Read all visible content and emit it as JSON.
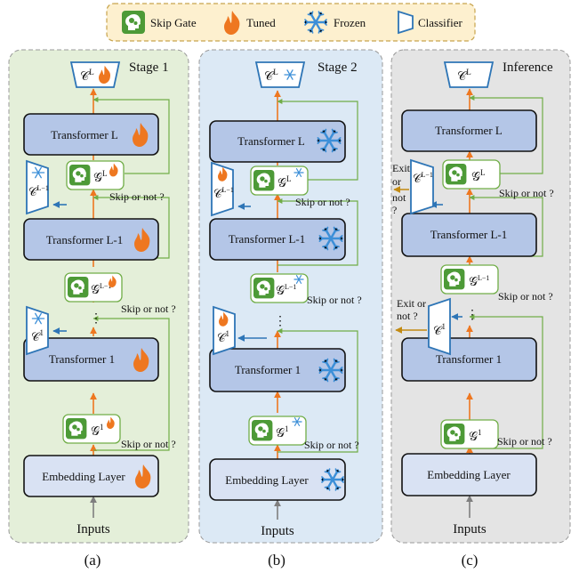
{
  "legend": {
    "skip_gate": "Skip Gate",
    "tuned": "Tuned",
    "frozen": "Frozen",
    "classifier": "Classifier"
  },
  "panels": {
    "a": {
      "title": "Stage 1",
      "caption": "(a)",
      "transformer_l": "Transformer L",
      "transformer_l1": "Transformer L-1",
      "transformer_1": "Transformer 1",
      "embedding": "Embedding Layer",
      "dots": "⋮",
      "skip": "Skip or not ?",
      "inputs": "Inputs"
    },
    "b": {
      "title": "Stage 2",
      "caption": "(b)",
      "transformer_l": "Transformer L",
      "transformer_l1": "Transformer L-1",
      "transformer_1": "Transformer 1",
      "embedding": "Embedding Layer",
      "dots": "⋮",
      "skip": "Skip or not ?",
      "inputs": "Inputs"
    },
    "c": {
      "title": "Inference",
      "caption": "(c)",
      "transformer_l": "Transformer L",
      "transformer_l1": "Transformer L-1",
      "transformer_1": "Transformer 1",
      "embedding": "Embedding Layer",
      "dots": "⋮",
      "skip": "Skip or not ?",
      "inputs": "Inputs",
      "exit_top": [
        "Exit",
        "or",
        "not",
        "?"
      ],
      "exit_mid": [
        "Exit or",
        "not ?"
      ]
    }
  },
  "math": {
    "c": "𝒞",
    "g": "𝒢",
    "sup_L": "L",
    "sup_L1": "L−1",
    "sup_1": "1"
  },
  "colors": {
    "panel_a": "#e4efd9",
    "panel_b": "#dce9f5",
    "panel_c": "#e4e4e4",
    "block": "#b4c6e7",
    "embed": "#d9e2f3",
    "gate": "#4d9a37",
    "orange": "#ee7720",
    "blue_arrow": "#2e75b6",
    "green_line": "#70ad47",
    "exit_arrow": "#c28a12",
    "snow": "#3c8fd8",
    "classifier_stroke": "#2e75b6",
    "legend_bg": "#fdf0cf",
    "legend_border": "#c8a44d"
  }
}
